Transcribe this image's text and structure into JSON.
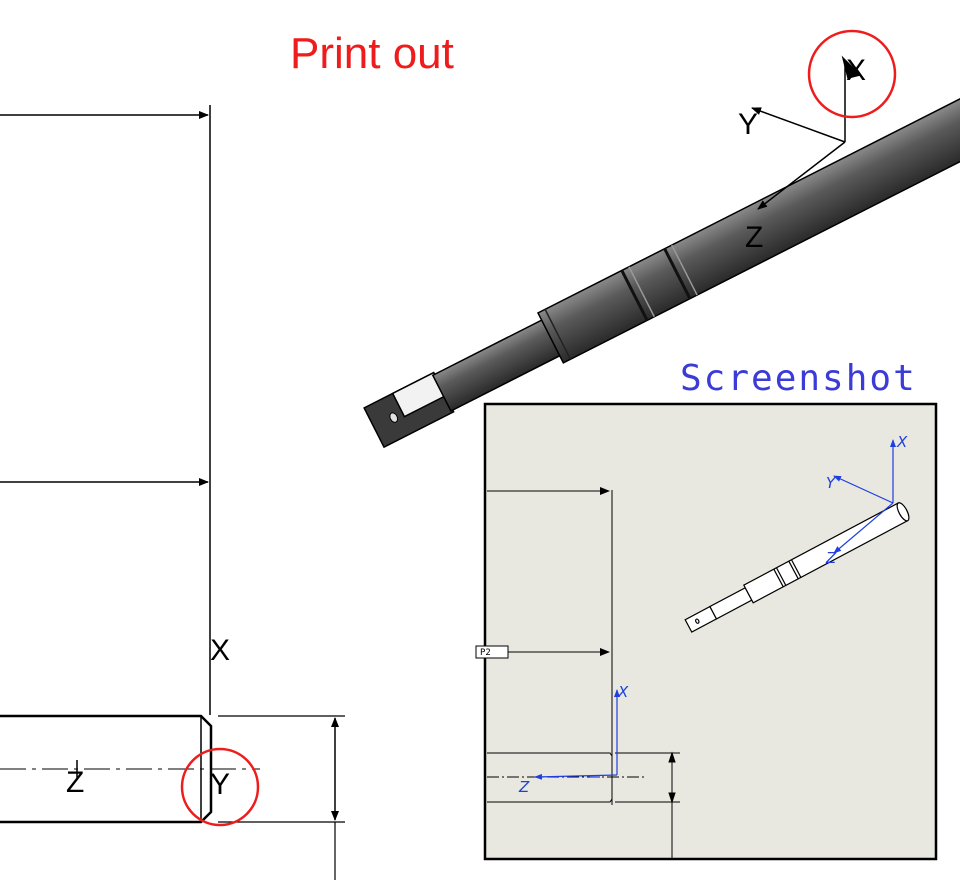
{
  "labels": {
    "print_out": "Print out",
    "screenshot": "Screenshot"
  },
  "print": {
    "iso_axis_x": "X",
    "iso_axis_y": "Y",
    "iso_axis_z": "Z",
    "side_axis_x": "X",
    "side_axis_y": "Y",
    "side_axis_z": "Z"
  },
  "screen": {
    "iso_axis_x": "X",
    "iso_axis_y": "Y",
    "iso_axis_z": "Z",
    "side_axis_x": "X",
    "side_axis_z": "Z",
    "dim_tag": "P2"
  },
  "colors": {
    "annotation_red": "#ee1c1c",
    "screenshot_blue": "#3b3bd8",
    "axis_blue": "#1f3fe0",
    "screen_bg": "#e8e8e0",
    "shaft_dark": "#4a4a4a",
    "line": "#000000"
  }
}
